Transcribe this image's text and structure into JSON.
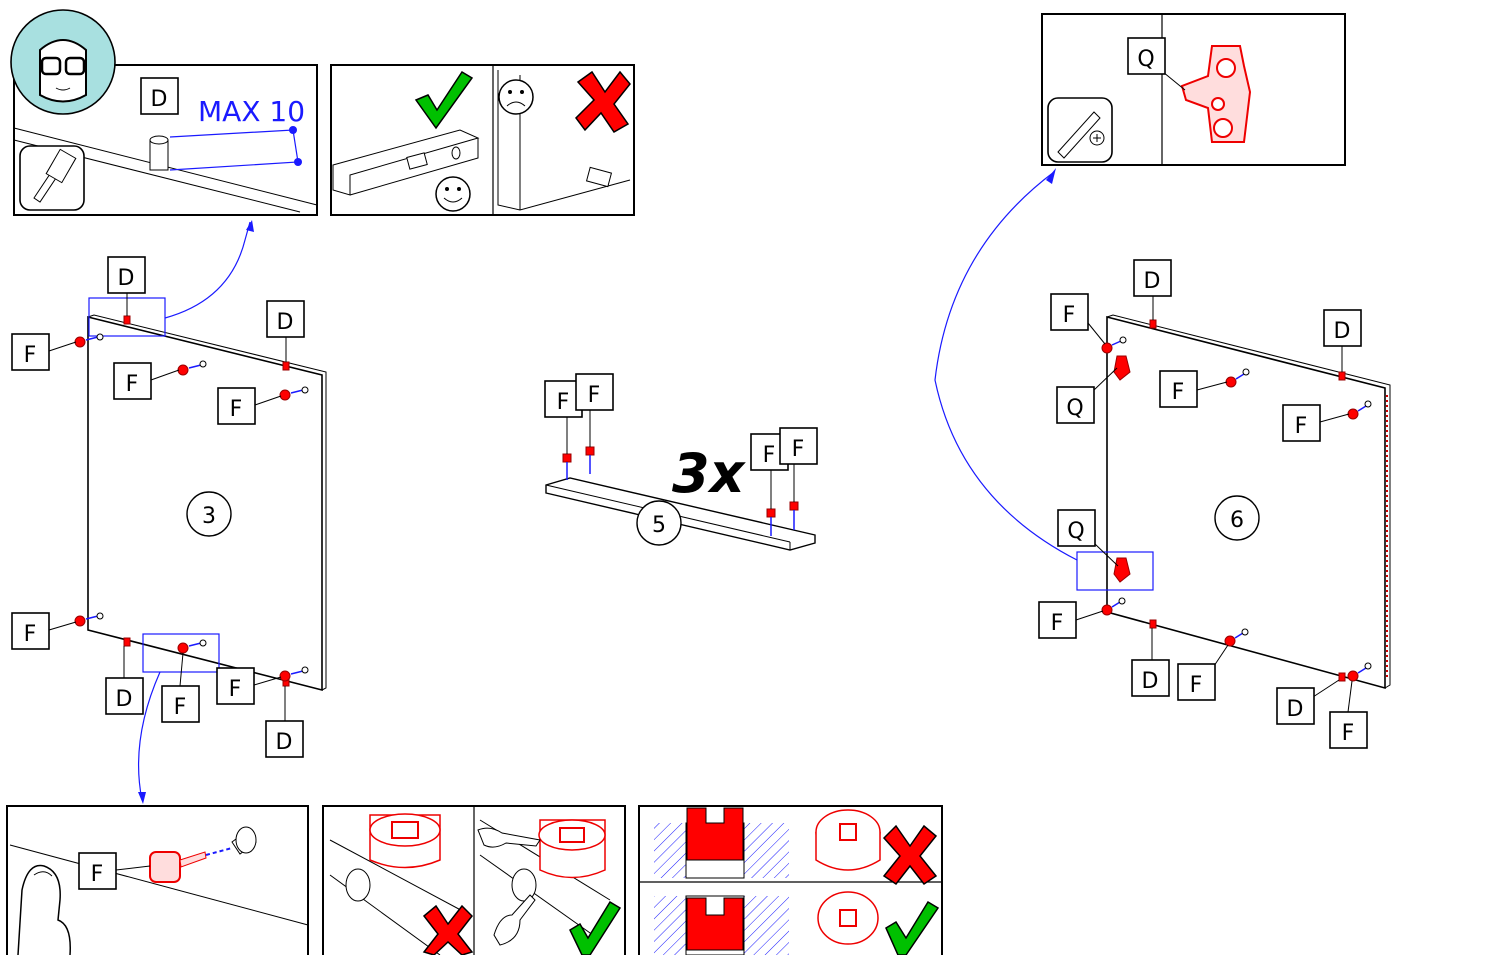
{
  "labels": {
    "dowel": "D",
    "cam_bolt": "F",
    "hinge": "Q"
  },
  "measure": "MAX 10",
  "step_numbers": {
    "step3": "3",
    "step5": "5",
    "step6": "6"
  },
  "multiplier": "3x",
  "colors": {
    "part_red": "#ff0000",
    "guide_blue": "#1a1aff",
    "ok_green": "#00c000",
    "safety_teal": "#a8e0e0"
  },
  "icons": [
    "safety-goggles-icon",
    "hammer-icon",
    "screwdriver-icon",
    "smiley-icon",
    "sad-face-icon",
    "checkmark-icon",
    "cross-icon",
    "thumb-icon",
    "pointing-hand-icon"
  ]
}
